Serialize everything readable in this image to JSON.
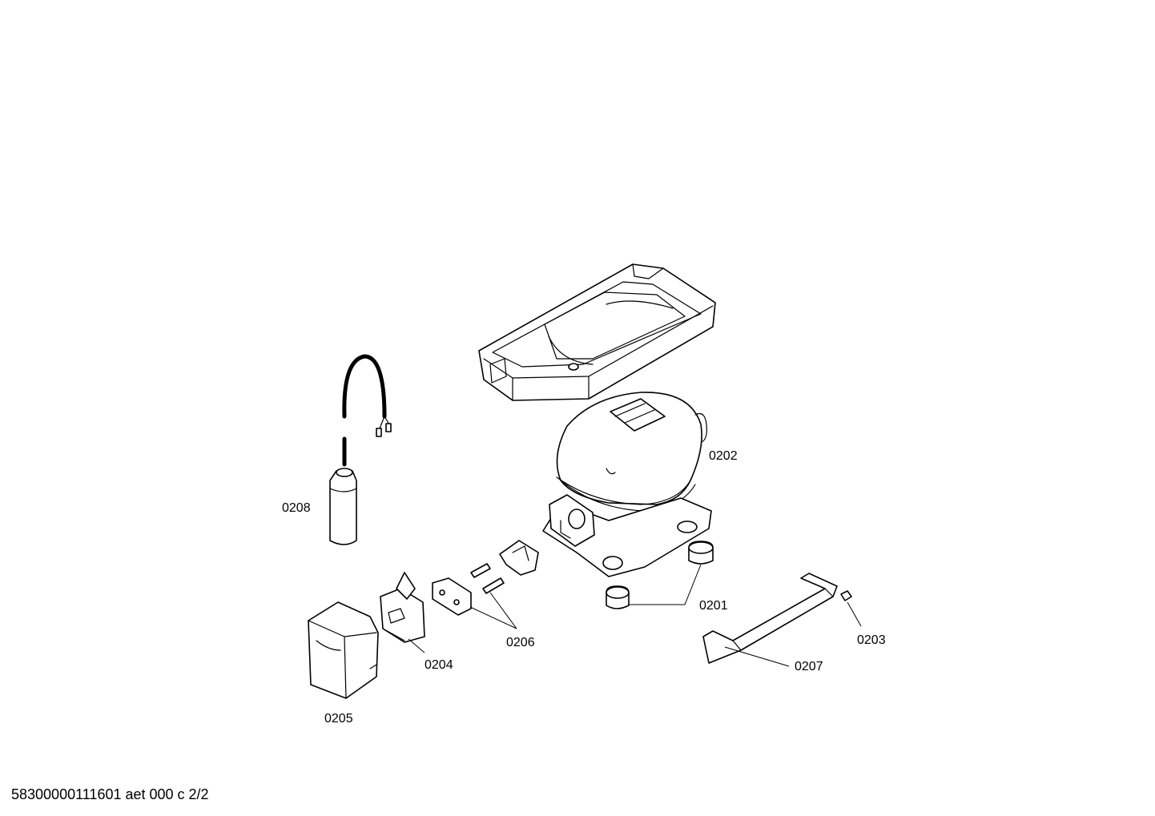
{
  "diagram": {
    "labels": {
      "p0201": "0201",
      "p0202": "0202",
      "p0203": "0203",
      "p0204": "0204",
      "p0205": "0205",
      "p0206": "0206",
      "p0207": "0207",
      "p0208": "0208"
    },
    "footer": "58300000111601 aet 000 c 2/2"
  }
}
